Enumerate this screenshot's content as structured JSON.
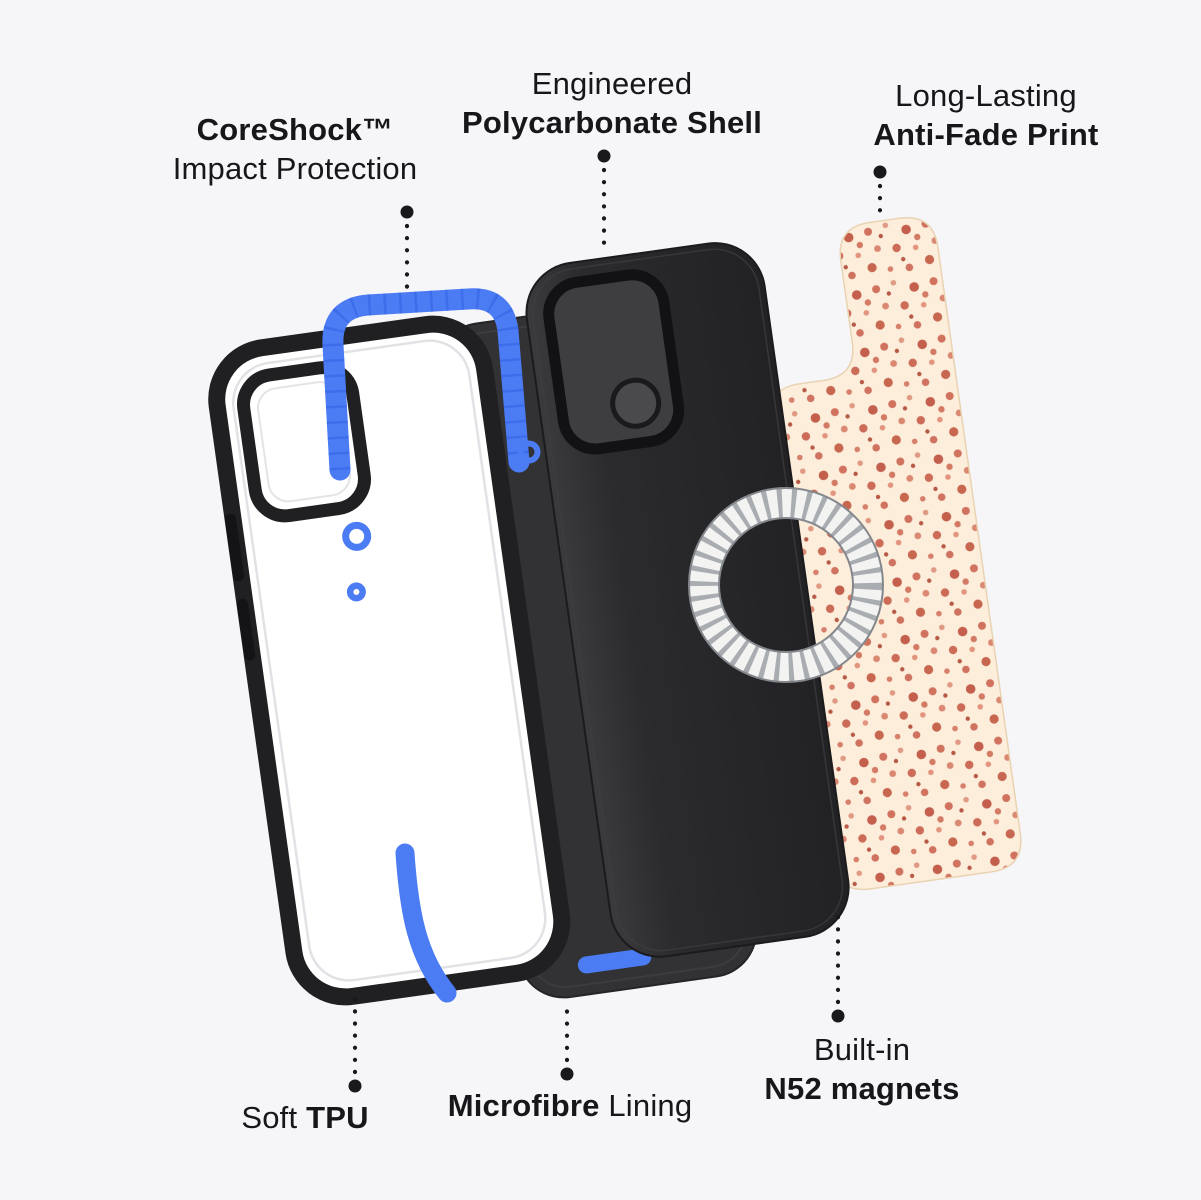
{
  "labels": {
    "coreshock": {
      "title": "CoreShock™",
      "subtitle": "Impact Protection"
    },
    "polycarbonate": {
      "intro": "Engineered",
      "title": "Polycarbonate Shell"
    },
    "anti_fade": {
      "intro": "Long-Lasting",
      "title": "Anti-Fade Print"
    },
    "soft_tpu": {
      "intro": "Soft ",
      "title": "TPU"
    },
    "microfibre": {
      "title": "Microfibre",
      "suffix": " Lining"
    },
    "magnets": {
      "intro": "Built-in",
      "title": "N52 magnets"
    }
  },
  "colors": {
    "background": "#f6f6f8",
    "text": "#17171b",
    "accent_blue": "#4c7cf3",
    "case_black": "#232325",
    "lining_gray": "#323235",
    "print_cream": "#fceedb",
    "print_dot_red": "#c35f4c",
    "magsafe_ring_light": "#f3f3f1",
    "magsafe_ring_tick": "#a9adb2"
  }
}
